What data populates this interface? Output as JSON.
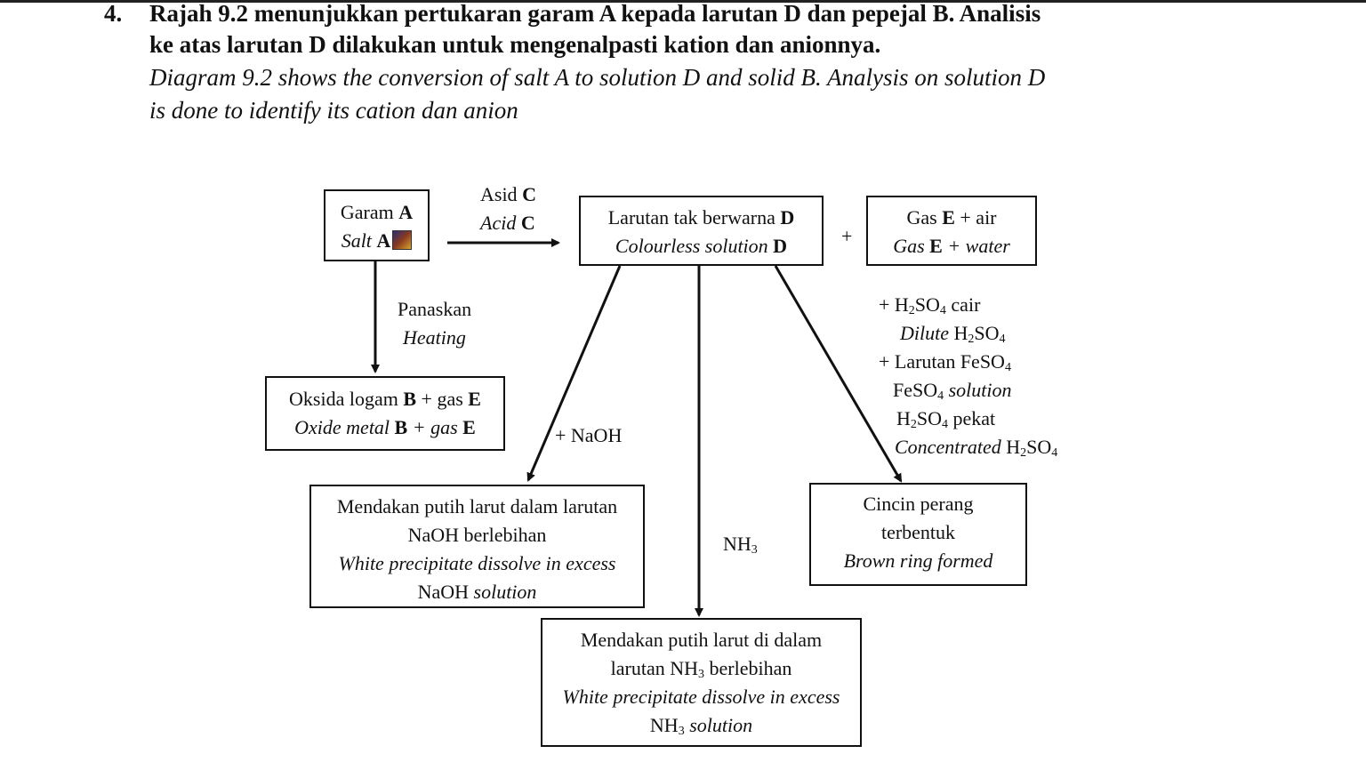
{
  "question": {
    "number": "4.",
    "ms_line1": "Rajah 9.2 menunjukkan pertukaran garam A kepada larutan D dan pepejal B. Analisis",
    "ms_line2": "ke atas larutan D dilakukan untuk mengenalpasti kation dan anionnya.",
    "en_line1": "Diagram 9.2 shows the conversion of salt A to solution D and solid B. Analysis on solution D",
    "en_line2": "is done to identify its cation dan anion"
  },
  "diagram": {
    "salt_box": {
      "ms_word": "Garam",
      "en_word": "Salt",
      "letter": "A",
      "icon": "salt-image-icon"
    },
    "acid_label": {
      "ms_word": "Asid",
      "en_word": "Acid",
      "letter": "C"
    },
    "solution_box": {
      "ms": "Larutan tak berwarna",
      "en": "Colourless solution",
      "letter": "D"
    },
    "plus_sign": "+",
    "gas_box": {
      "ms_gas": "Gas",
      "ms_tail": "+ air",
      "en_gas": "Gas",
      "en_tail": "+ water",
      "letter": "E"
    },
    "heating_label": {
      "ms": "Panaskan",
      "en": "Heating"
    },
    "oxide_box": {
      "ms_head": "Oksida logam",
      "ms_mid": "+ gas",
      "en_head": "Oxide metal",
      "en_mid": "+ gas",
      "letter_metal": "B",
      "letter_gas": "E"
    },
    "naoh_label": "+ NaOH",
    "naoh_box": {
      "line1": "Mendakan putih larut dalam larutan",
      "line2": "NaOH berlebihan",
      "line3": "White precipitate dissolve in excess",
      "line4_a": "NaOH",
      "line4_b": "solution"
    },
    "nh3_label": {
      "main": "NH",
      "sub": "3"
    },
    "nh3_box": {
      "line1": "Mendakan putih larut di dalam",
      "line2_a": "larutan NH",
      "line2_sub": "3",
      "line2_b": "berlebihan",
      "line3": "White precipitate dissolve in excess",
      "line4_a": "NH",
      "line4_sub": "3",
      "line4_b": "solution"
    },
    "reagents": {
      "r1_a": "+ H",
      "r1_s1": "2",
      "r1_b": "SO",
      "r1_s2": "4",
      "r1_c": "cair",
      "r2_a": "Dilute",
      "r2_b": "H",
      "r2_s1": "2",
      "r2_c": "SO",
      "r2_s2": "4",
      "r3_a": "+ Larutan FeSO",
      "r3_s": "4",
      "r4_a": "FeSO",
      "r4_s": "4",
      "r4_b": "solution",
      "r5_a": "H",
      "r5_s1": "2",
      "r5_b": "SO",
      "r5_s2": "4",
      "r5_c": "pekat",
      "r6_a": "Concentrated",
      "r6_b": "H",
      "r6_s1": "2",
      "r6_c": "SO",
      "r6_s2": "4"
    },
    "ring_box": {
      "line1": "Cincin perang",
      "line2": "terbentuk",
      "line3": "Brown ring formed"
    }
  }
}
